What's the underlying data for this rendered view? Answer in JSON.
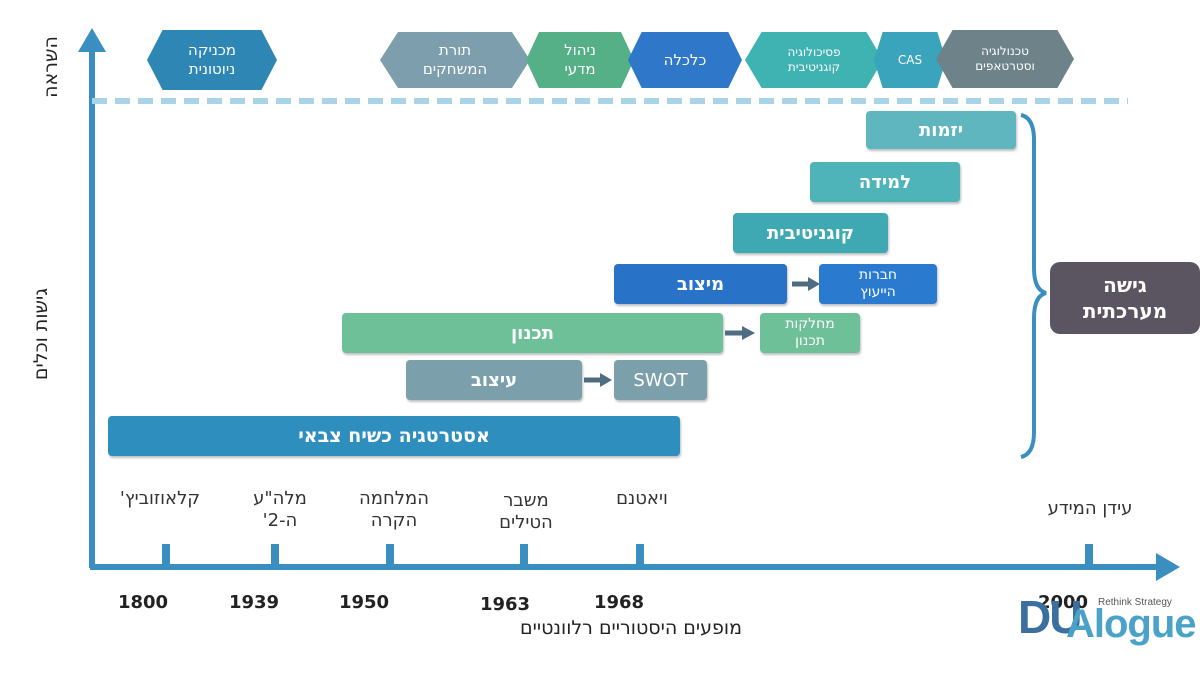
{
  "axes": {
    "y_top_label": "השראה",
    "y_bottom_label": "גישות וכלים",
    "x_label": "מופעים היסטוריים רלוונטיים"
  },
  "inspiration": [
    {
      "label": "מכניקה\nניוטונית",
      "color": "#2e86b5"
    },
    {
      "label": "תורת\nהמשחקים",
      "color": "#7d9eac"
    },
    {
      "label": "ניהול\nמדעי",
      "color": "#55b088"
    },
    {
      "label": "כלכלה",
      "color": "#2f78c9"
    },
    {
      "label": "פסיכולוגיה\nקוגניטיבית",
      "color": "#3fb2b2"
    },
    {
      "label": "CAS",
      "color": "#3aa4bd"
    },
    {
      "label": "טכנולוגיה\nוסטרטאפים",
      "color": "#6e8389"
    }
  ],
  "tools": {
    "entrepreneurship": "יזמות",
    "learning": "למידה",
    "cognitive": "קוגניטיבית",
    "positioning": "מיצוב",
    "consulting_firms": "חברות\nהייעוץ",
    "planning": "תכנון",
    "planning_departments": "מחלקות\nתכנון",
    "design": "עיצוב",
    "swot": "SWOT",
    "military": "אסטרטגיה כשיח צבאי"
  },
  "systemic_approach": "גישה\nמערכתית",
  "events": [
    {
      "label": "קלאוזוביץ'",
      "year": "1800"
    },
    {
      "label": "מלה\"ע\nה-2'",
      "year": "1939"
    },
    {
      "label": "המלחמה\nהקרה",
      "year": "1950"
    },
    {
      "label": "משבר\nהטילים",
      "year": "1963"
    },
    {
      "label": "ויאטנם",
      "year": "1968"
    },
    {
      "label": "עידן המידע",
      "year": "2000"
    }
  ],
  "logo": {
    "part1": "DU",
    "part2": "Alogue",
    "tagline": "Rethink Strategy"
  },
  "colors": {
    "axis": "#3a8fc0",
    "dashed": "#a9d3e6"
  }
}
